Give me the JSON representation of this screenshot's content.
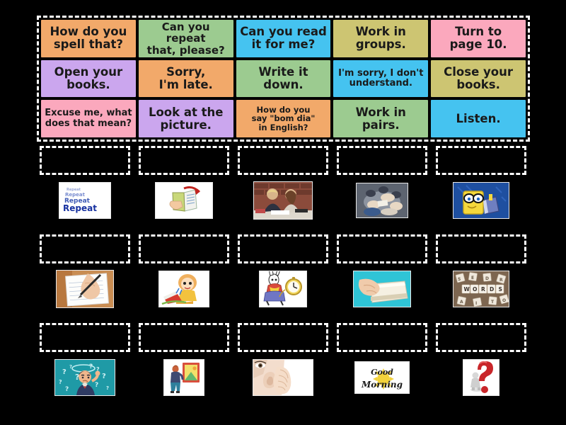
{
  "activity": {
    "type": "drag-and-drop matching worksheet",
    "background_color": "#000000"
  },
  "word_bank": {
    "border_style": "dashed-white",
    "cards": [
      {
        "text": "How do you\nspell that?",
        "color": "#F2A96A",
        "size": "lg"
      },
      {
        "text": "Can you repeat\nthat, please?",
        "color": "#9CCB90",
        "size": "md"
      },
      {
        "text": "Can you read\nit for me?",
        "color": "#45C3F0",
        "size": "lg"
      },
      {
        "text": "Work in\ngroups.",
        "color": "#CDC572",
        "size": "lg"
      },
      {
        "text": "Turn to\npage 10.",
        "color": "#FBA8BD",
        "size": "lg"
      },
      {
        "text": "Open your\nbooks.",
        "color": "#CBA6EE",
        "size": "lg"
      },
      {
        "text": "Sorry,\nI'm late.",
        "color": "#F2A96A",
        "size": "lg"
      },
      {
        "text": "Write it\ndown.",
        "color": "#9CCB90",
        "size": "lg"
      },
      {
        "text": "I'm sorry, I don't\nunderstand.",
        "color": "#45C3F0",
        "size": "sm"
      },
      {
        "text": "Close your\nbooks.",
        "color": "#CDC572",
        "size": "lg"
      },
      {
        "text": "Excuse me, what\ndoes that mean?",
        "color": "#FBA8BD",
        "size": "sm"
      },
      {
        "text": "Look at the\npicture.",
        "color": "#CBA6EE",
        "size": "lg"
      },
      {
        "text": "How do you\nsay \"bom dia\"\nin English?",
        "color": "#F2A96A",
        "size": "xs"
      },
      {
        "text": "Work in\npairs.",
        "color": "#9CCB90",
        "size": "lg"
      },
      {
        "text": "Listen.",
        "color": "#45C3F0",
        "size": "lg"
      }
    ]
  },
  "drop_rows": [
    {
      "cells": [
        {
          "image_name": "repeat-word-art-image",
          "alt": "Blue stacked word art reading Repeat"
        },
        {
          "image_name": "open-book-hand-image",
          "alt": "Hand opening a notebook with red arrow"
        },
        {
          "image_name": "students-working-group-image",
          "alt": "Two students writing together at a desk"
        },
        {
          "image_name": "people-reading-circle-image",
          "alt": "Group of people lying in a circle reading"
        },
        {
          "image_name": "spongebob-reading-image",
          "alt": "Cartoon sponge with glasses reading a book"
        }
      ]
    },
    {
      "cells": [
        {
          "image_name": "hand-writing-notebook-image",
          "alt": "Hand writing with a pencil on lined paper"
        },
        {
          "image_name": "girl-crying-cartoon-image",
          "alt": "Cartoon girl upset over a book"
        },
        {
          "image_name": "white-rabbit-clock-image",
          "alt": "Cartoon rabbit running with a pocket watch"
        },
        {
          "image_name": "closing-book-hands-image",
          "alt": "Hands closing a book on a teal cloth"
        },
        {
          "image_name": "words-letter-tiles-image",
          "alt": "Wooden letter tiles spelling WORDS"
        }
      ]
    },
    {
      "cells": [
        {
          "image_name": "confused-man-questions-image",
          "alt": "Confused man surrounded by question marks"
        },
        {
          "image_name": "person-viewing-picture-image",
          "alt": "Person standing looking at a framed picture"
        },
        {
          "image_name": "hand-cupping-ear-image",
          "alt": "Hand cupped behind an ear listening"
        },
        {
          "image_name": "good-morning-text-image",
          "alt": "Good Morning lettering with yellow sun"
        },
        {
          "image_name": "red-question-mark-image",
          "alt": "Large red 3D question mark with figure"
        }
      ]
    }
  ]
}
